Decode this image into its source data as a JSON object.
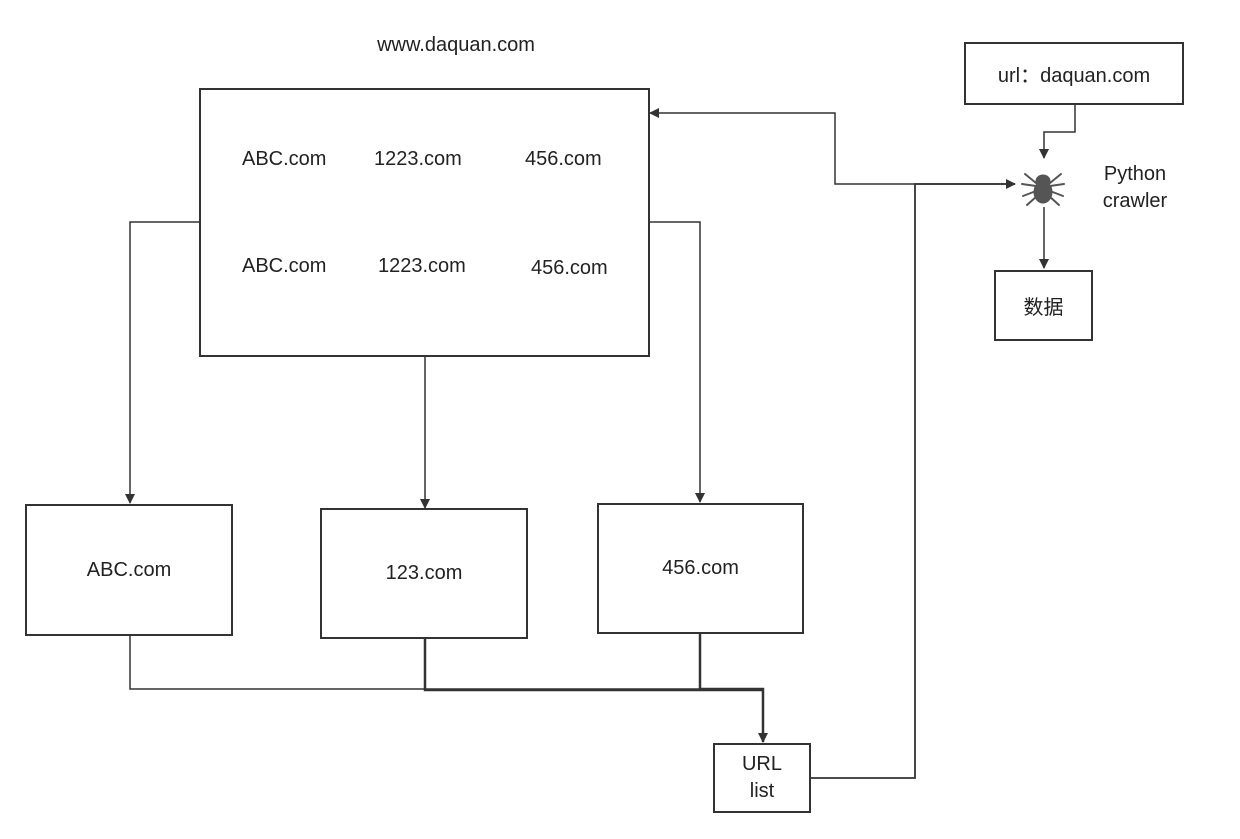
{
  "site_title": "www.daquan.com",
  "main_page": {
    "row1": [
      "ABC.com",
      "1223.com",
      "456.com"
    ],
    "row2": [
      "ABC.com",
      "1223.com",
      "456.com"
    ]
  },
  "child_pages": [
    "ABC.com",
    "123.com",
    "456.com"
  ],
  "url_list_label": "URL\nlist",
  "url_box": "url：daquan.com",
  "crawler_label": "Python\ncrawler",
  "data_box": "数据",
  "icons": {
    "crawler": "spider-icon"
  },
  "colors": {
    "line": "#333333",
    "spider": "#555555"
  }
}
